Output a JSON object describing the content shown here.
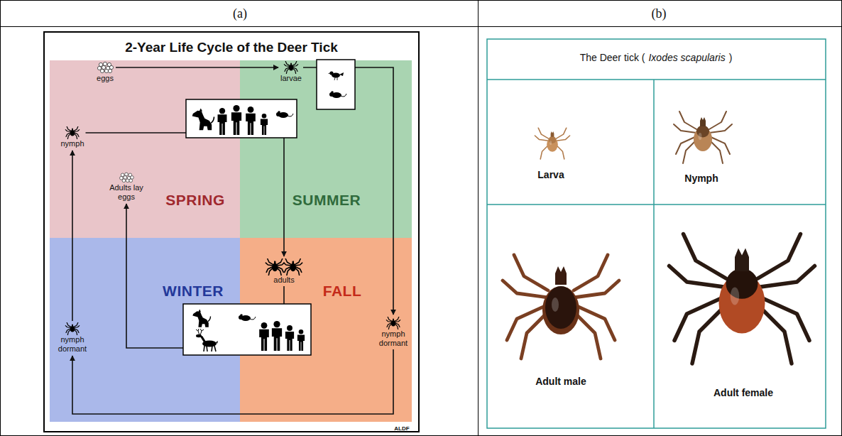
{
  "diagram": {
    "title": "2-Year Life Cycle of the Deer Tick",
    "nodes": [
      {
        "text": [
          "SPRING"
        ]
      },
      {
        "text": [
          "eggs"
        ],
        "in": 0
      },
      {
        "text": [
          "nymph"
        ],
        "in": 0
      },
      {
        "text": [
          "Adults lay eggs"
        ],
        "in": 0
      },
      {
        "text": [
          "SUMMER"
        ]
      },
      {
        "text": [
          "larvae"
        ],
        "in": 4
      },
      {
        "text": [
          "WINTER"
        ]
      },
      {
        "text": [
          "nymph dormant"
        ],
        "in": 6
      },
      {
        "text": [
          "FALL"
        ]
      },
      {
        "text": [
          "adults"
        ],
        "in": 8
      },
      {
        "text": [
          "nymph dormant"
        ],
        "in": 8
      },
      {
        "text": [
          "The Deer tick (",
          "Ixodes scapularis",
          ")"
        ]
      },
      {
        "text": [
          "Larva"
        ]
      },
      {
        "text": [
          "Nymph"
        ]
      },
      {
        "text": [
          "Adult male"
        ]
      },
      {
        "text": [
          "Adult female"
        ]
      }
    ],
    "edges": [
      {
        "from": 1,
        "to": 5,
        "arrow": "to"
      },
      {
        "from": 5,
        "to": 10,
        "arrow": "to"
      },
      {
        "from": 10,
        "to": 7,
        "arrow": "to"
      },
      {
        "from": 7,
        "to": 2,
        "arrow": "to"
      },
      {
        "from": 2,
        "to": 9,
        "arrow": "to"
      },
      {
        "from": 9,
        "to": 3,
        "arrow": "to"
      }
    ],
    "labels": [
      "(a)",
      "(b)",
      "ALDF"
    ]
  }
}
